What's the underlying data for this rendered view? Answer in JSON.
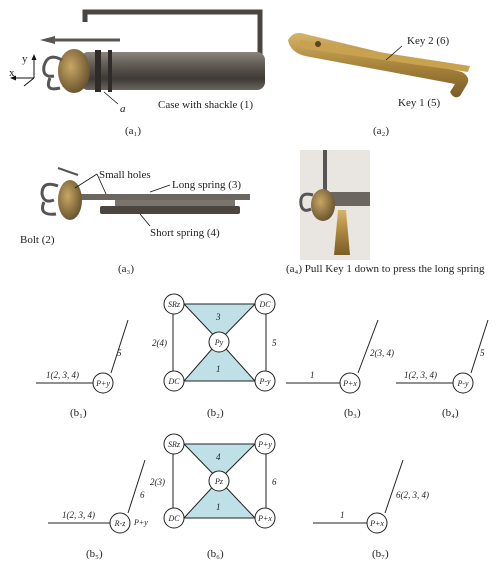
{
  "photos": {
    "a1": {
      "caption": "(a₁)",
      "label_case": "Case with shackle (1)",
      "label_a": "a",
      "axis_y": "y",
      "axis_x": "x"
    },
    "a2": {
      "caption": "(a₂)",
      "label_key2": "Key 2 (6)",
      "label_key1": "Key 1 (5)"
    },
    "a3": {
      "caption": "(a₃)",
      "label_small_holes": "Small holes",
      "label_long_spring": "Long spring (3)",
      "label_bolt": "Bolt (2)",
      "label_short_spring": "Short spring (4)"
    },
    "a4": {
      "caption": "(a₄) Pull Key 1 down to press the long spring"
    }
  },
  "graphs": {
    "b1": {
      "caption": "(b₁)",
      "left_label": "1(2, 3, 4)",
      "node": "P+y",
      "right_label": "5"
    },
    "b2": {
      "caption": "(b₂)",
      "nodes": {
        "tl": "SRz",
        "tr": "DC",
        "center": "Py",
        "bl": "DC",
        "br": "P-y"
      },
      "top_label": "3",
      "bottom_label": "1",
      "left_label": "2(4)",
      "right_label": "5"
    },
    "b3": {
      "caption": "(b₃)",
      "left_label": "1",
      "node": "P+x",
      "right_label": "2(3, 4)"
    },
    "b4": {
      "caption": "(b₄)",
      "left_label": "1(2, 3, 4)",
      "node": "P-y",
      "right_label": "5"
    },
    "b5": {
      "caption": "(b₅)",
      "left_label": "1(2, 3, 4)",
      "node": "R-z",
      "node_side": "P+y",
      "right_label": "6"
    },
    "b6": {
      "caption": "(b₆)",
      "nodes": {
        "tl": "SRz",
        "tr": "P+y",
        "center": "Pz",
        "bl": "DC",
        "br": "P+x"
      },
      "top_label": "4",
      "bottom_label": "1",
      "left_label": "2(3)",
      "right_label": "6"
    },
    "b7": {
      "caption": "(b₇)",
      "left_label": "1",
      "node": "P+x",
      "right_label": "6(2, 3, 4)"
    }
  }
}
